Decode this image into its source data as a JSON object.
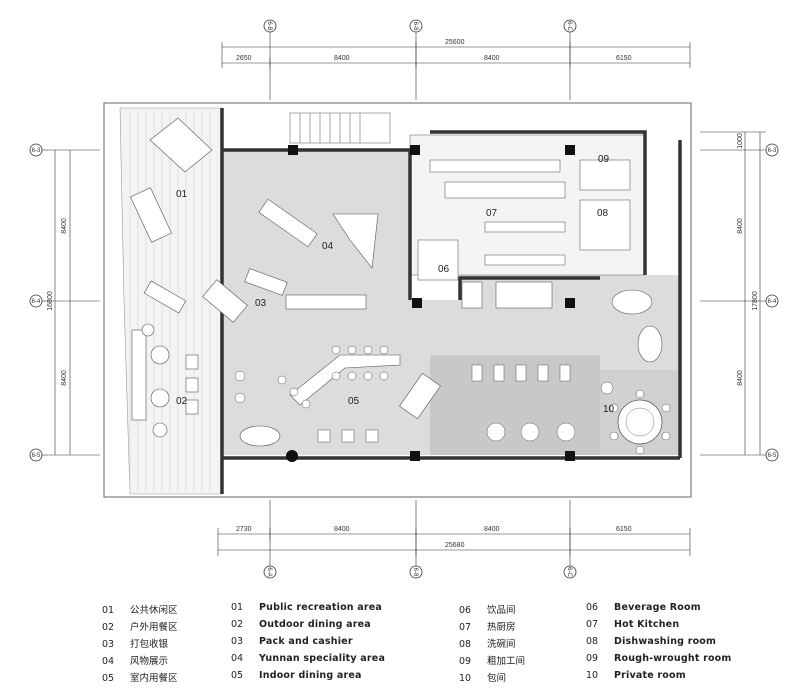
{
  "dimensions": {
    "top_total": "25600",
    "top_segments": [
      "2650",
      "8400",
      "8400",
      "6150"
    ],
    "bottom_total": "25680",
    "bottom_segments": [
      "2730",
      "8400",
      "8400",
      "6150"
    ],
    "left_total": "16800",
    "left_segments": [
      "8400",
      "8400"
    ],
    "right_total": "17800",
    "right_segments": [
      "1000",
      "8400",
      "8400"
    ]
  },
  "grid_axes": {
    "top": [
      "6-B",
      "6-8",
      "6-C"
    ],
    "bottom": [
      "6-A",
      "6-8",
      "6-C"
    ],
    "left": [
      "6-3",
      "6-4",
      "6-5"
    ],
    "right": [
      "6-3",
      "6-4",
      "6-5"
    ]
  },
  "room_numbers": {
    "r01": "01",
    "r02": "02",
    "r03": "03",
    "r04": "04",
    "r05": "05",
    "r06": "06",
    "r07": "07",
    "r08": "08",
    "r09": "09",
    "r10": "10"
  },
  "legend": {
    "cn_left": [
      {
        "num": "01",
        "label": "公共休闲区"
      },
      {
        "num": "02",
        "label": "户外用餐区"
      },
      {
        "num": "03",
        "label": "打包收银"
      },
      {
        "num": "04",
        "label": "风物展示"
      },
      {
        "num": "05",
        "label": "室内用餐区"
      }
    ],
    "en_left": [
      {
        "num": "01",
        "label": "Public recreation area"
      },
      {
        "num": "02",
        "label": "Outdoor dining area"
      },
      {
        "num": "03",
        "label": "Pack and cashier"
      },
      {
        "num": "04",
        "label": "Yunnan speciality area"
      },
      {
        "num": "05",
        "label": "Indoor dining area"
      }
    ],
    "cn_right": [
      {
        "num": "06",
        "label": "饮品间"
      },
      {
        "num": "07",
        "label": "热厨房"
      },
      {
        "num": "08",
        "label": "洗碗间"
      },
      {
        "num": "09",
        "label": "粗加工间"
      },
      {
        "num": "10",
        "label": "包间"
      }
    ],
    "en_right": [
      {
        "num": "06",
        "label": "Beverage Room"
      },
      {
        "num": "07",
        "label": "Hot Kitchen"
      },
      {
        "num": "08",
        "label": "Dishwashing room"
      },
      {
        "num": "09",
        "label": "Rough-wrought room"
      },
      {
        "num": "10",
        "label": "Private room"
      }
    ]
  }
}
